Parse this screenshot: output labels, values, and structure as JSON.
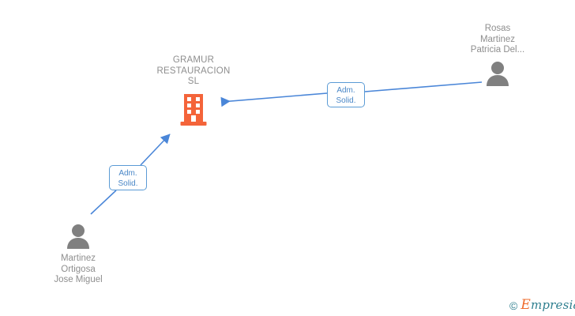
{
  "diagram": {
    "type": "company-relationship-graph",
    "background_color": "#ffffff",
    "company": {
      "name": "GRAMUR\nRESTAURACION\nSL",
      "icon": "building-icon",
      "icon_color": "#f4643a",
      "label_color": "#8e8e8e"
    },
    "people": [
      {
        "id": "person-top-right",
        "name": "Rosas\nMartinez\nPatricia Del...",
        "icon": "person-icon",
        "icon_color": "#808080",
        "label_color": "#8e8e8e"
      },
      {
        "id": "person-bottom-left",
        "name": "Martinez\nOrtigosa\nJose Miguel",
        "icon": "person-icon",
        "icon_color": "#808080",
        "label_color": "#8e8e8e"
      }
    ],
    "relations": [
      {
        "id": "relation-top-right",
        "label": "Adm.\nSolid.",
        "from": "person-top-right",
        "to": "company",
        "edge_color": "#4a86d8",
        "border_color": "#5b9bd5",
        "text_color": "#4a87c7"
      },
      {
        "id": "relation-bottom-left",
        "label": "Adm.\nSolid.",
        "from": "person-bottom-left",
        "to": "company",
        "edge_color": "#4a86d8",
        "border_color": "#5b9bd5",
        "text_color": "#4a87c7"
      }
    ],
    "watermark": {
      "copyright_symbol": "©",
      "brand_initial": "E",
      "brand_rest": "mpresia",
      "teal_color": "#2f7f8f",
      "orange_color": "#ef6c2e"
    }
  }
}
